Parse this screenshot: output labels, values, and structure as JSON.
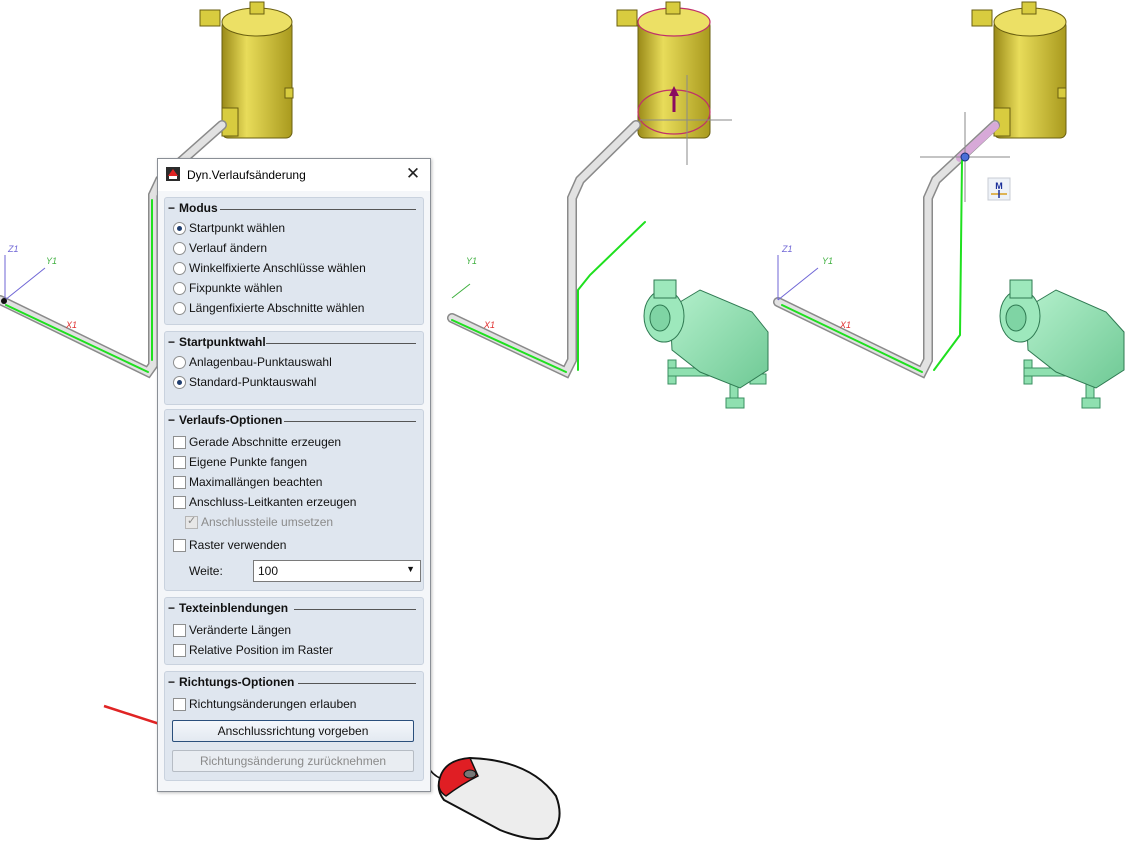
{
  "dialog": {
    "title": "Dyn.Verlaufsänderung",
    "close_glyph": "✕",
    "groups": {
      "modus": {
        "title": "Modus",
        "options": [
          {
            "label": "Startpunkt wählen",
            "checked": true
          },
          {
            "label": "Verlauf ändern",
            "checked": false
          },
          {
            "label": "Winkelfixierte Anschlüsse wählen",
            "checked": false
          },
          {
            "label": "Fixpunkte wählen",
            "checked": false
          },
          {
            "label": "Längenfixierte Abschnitte wählen",
            "checked": false
          }
        ]
      },
      "startpunktwahl": {
        "title": "Startpunktwahl",
        "options": [
          {
            "label": "Anlagenbau-Punktauswahl",
            "checked": false
          },
          {
            "label": "Standard-Punktauswahl",
            "checked": true
          }
        ]
      },
      "verlaufs_optionen": {
        "title": "Verlaufs-Optionen",
        "checkboxes": [
          {
            "label": "Gerade Abschnitte erzeugen",
            "checked": false
          },
          {
            "label": "Eigene Punkte fangen",
            "checked": false
          },
          {
            "label": "Maximallängen beachten",
            "checked": false
          },
          {
            "label": "Anschluss-Leitkanten erzeugen",
            "checked": false
          },
          {
            "label": "Anschlussteile umsetzen",
            "checked": true,
            "disabled": true
          },
          {
            "label": "Raster verwenden",
            "checked": false
          }
        ],
        "weite_label": "Weite:",
        "weite_value": "100"
      },
      "texteinblendungen": {
        "title": "Texteinblendungen",
        "checkboxes": [
          {
            "label": "Veränderte Längen",
            "checked": false
          },
          {
            "label": "Relative Position im Raster",
            "checked": false
          }
        ]
      },
      "richtungs_optionen": {
        "title": "Richtungs-Optionen",
        "checkboxes": [
          {
            "label": "Richtungsänderungen erlauben",
            "checked": false
          }
        ],
        "button_primary": "Anschlussrichtung vorgeben",
        "button_disabled": "Richtungsänderung zurücknehmen"
      }
    }
  },
  "viewport": {
    "axis_labels": {
      "z": "Z1",
      "y": "Y1",
      "x": "X1"
    },
    "marker_label": "M"
  },
  "colors": {
    "tank": "#d8c93a",
    "pipe": "#d4d4d4",
    "highlight": "#1fe01f",
    "pump": "#8fe0b0",
    "axis": "#6f66d6",
    "arrow": "#e02424",
    "mouse_button": "#e01e24"
  }
}
